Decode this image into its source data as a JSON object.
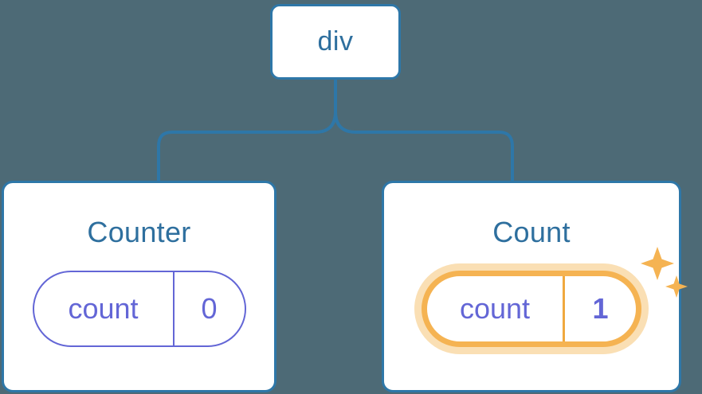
{
  "diagram": {
    "type": "component-tree",
    "background_color": "#4d6a76",
    "node_border_color": "#2e77a8",
    "node_text_color": "#2e6f9e",
    "state_color": "#6366d6",
    "highlight_color": "#f5b352",
    "highlight_glow_color": "#fadfb4",
    "root": {
      "label": "div"
    },
    "children": [
      {
        "title": "Counter",
        "state": {
          "key": "count",
          "value": "0"
        },
        "highlighted": false,
        "sparkles": false
      },
      {
        "title": "Count",
        "state": {
          "key": "count",
          "value": "1"
        },
        "highlighted": true,
        "sparkles": true
      }
    ]
  }
}
